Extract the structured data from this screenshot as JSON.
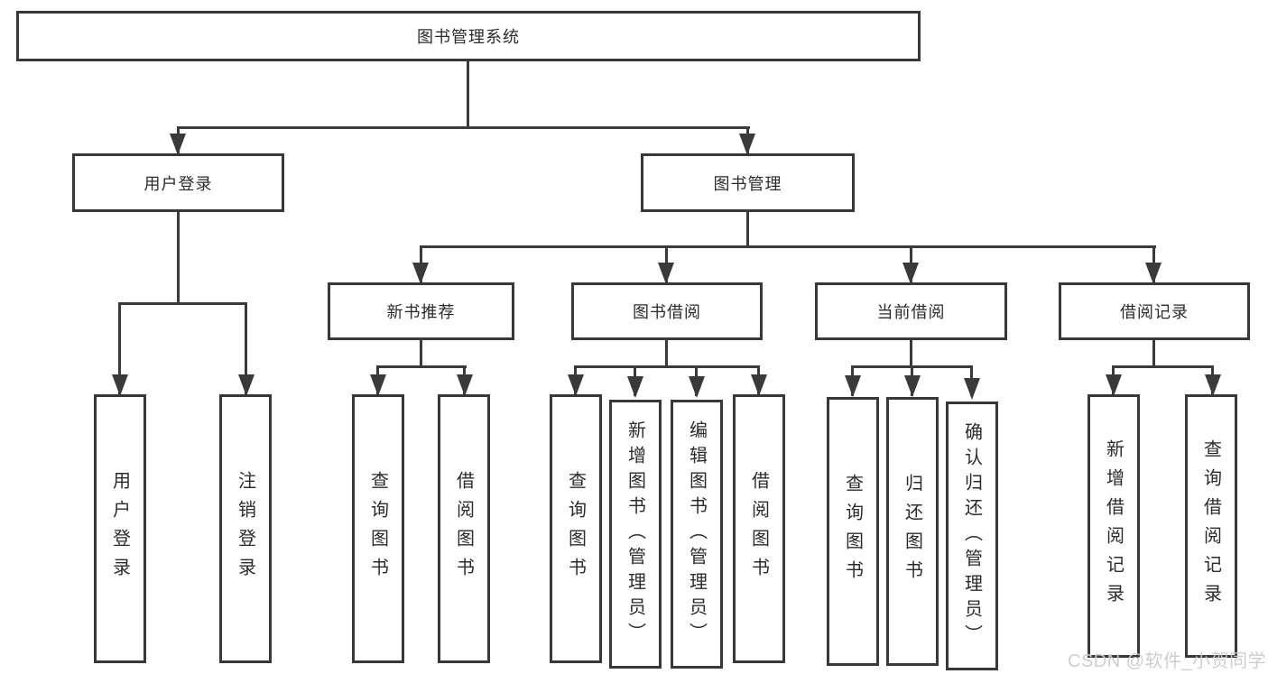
{
  "diagram": {
    "title": "图书管理系统",
    "root": {
      "label": "图书管理系统"
    },
    "level2": [
      {
        "id": "user-login",
        "label": "用户登录"
      },
      {
        "id": "book-management",
        "label": "图书管理"
      }
    ],
    "level3": [
      {
        "id": "new-book-recommend",
        "label": "新书推荐"
      },
      {
        "id": "book-borrow",
        "label": "图书借阅"
      },
      {
        "id": "current-borrow",
        "label": "当前借阅"
      },
      {
        "id": "borrow-records",
        "label": "借阅记录"
      }
    ],
    "leaves": [
      {
        "id": "user-login",
        "label": "用户登录"
      },
      {
        "id": "logout",
        "label": "注销登录"
      },
      {
        "id": "query-books-recommend",
        "label": "查询图书"
      },
      {
        "id": "borrow-books-recommend",
        "label": "借阅图书"
      },
      {
        "id": "query-books-borrow",
        "label": "查询图书"
      },
      {
        "id": "add-book-admin",
        "label": "新增图书（管理员）"
      },
      {
        "id": "edit-book-admin",
        "label": "编辑图书（管理员）"
      },
      {
        "id": "borrow-books-borrow",
        "label": "借阅图书"
      },
      {
        "id": "query-books-current",
        "label": "查询图书"
      },
      {
        "id": "return-book",
        "label": "归还图书"
      },
      {
        "id": "confirm-return-admin",
        "label": "确认归还（管理员）"
      },
      {
        "id": "add-borrow-record",
        "label": "新增借阅记录"
      },
      {
        "id": "query-borrow-record",
        "label": "查询借阅记录"
      }
    ],
    "watermark": "CSDN @软件_小贺同学"
  }
}
